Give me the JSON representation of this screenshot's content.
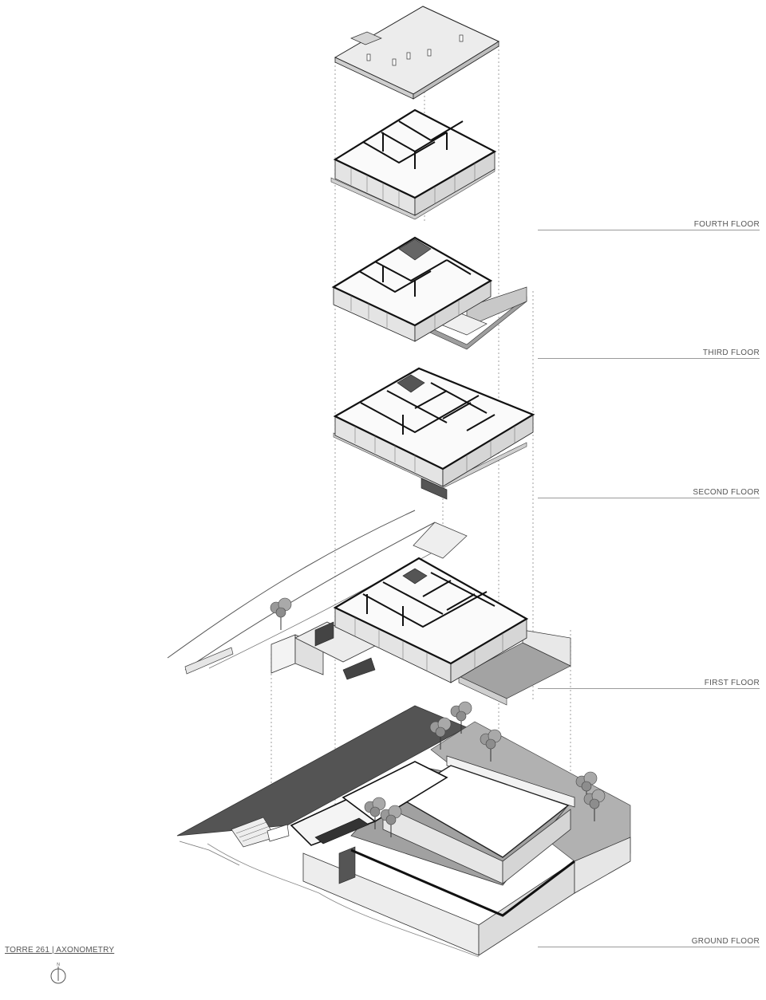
{
  "floors": [
    {
      "key": "fourth",
      "label": "FOURTH FLOOR"
    },
    {
      "key": "third",
      "label": "THIRD FLOOR"
    },
    {
      "key": "second",
      "label": "SECOND FLOOR"
    },
    {
      "key": "first",
      "label": "FIRST FLOOR"
    },
    {
      "key": "ground",
      "label": "GROUND FLOOR"
    }
  ],
  "caption": "TORRE 261 | AXONOMETRY",
  "north_letter": "N",
  "colors": {
    "line": "#1a1a1a",
    "wall": "#111111",
    "fill_dark": "#555555",
    "fill_mid": "#a9a9a9",
    "fill_light": "#e2e2e2",
    "leader": "#777777"
  },
  "icons": [
    "north-arrow-icon",
    "tree-icon"
  ]
}
